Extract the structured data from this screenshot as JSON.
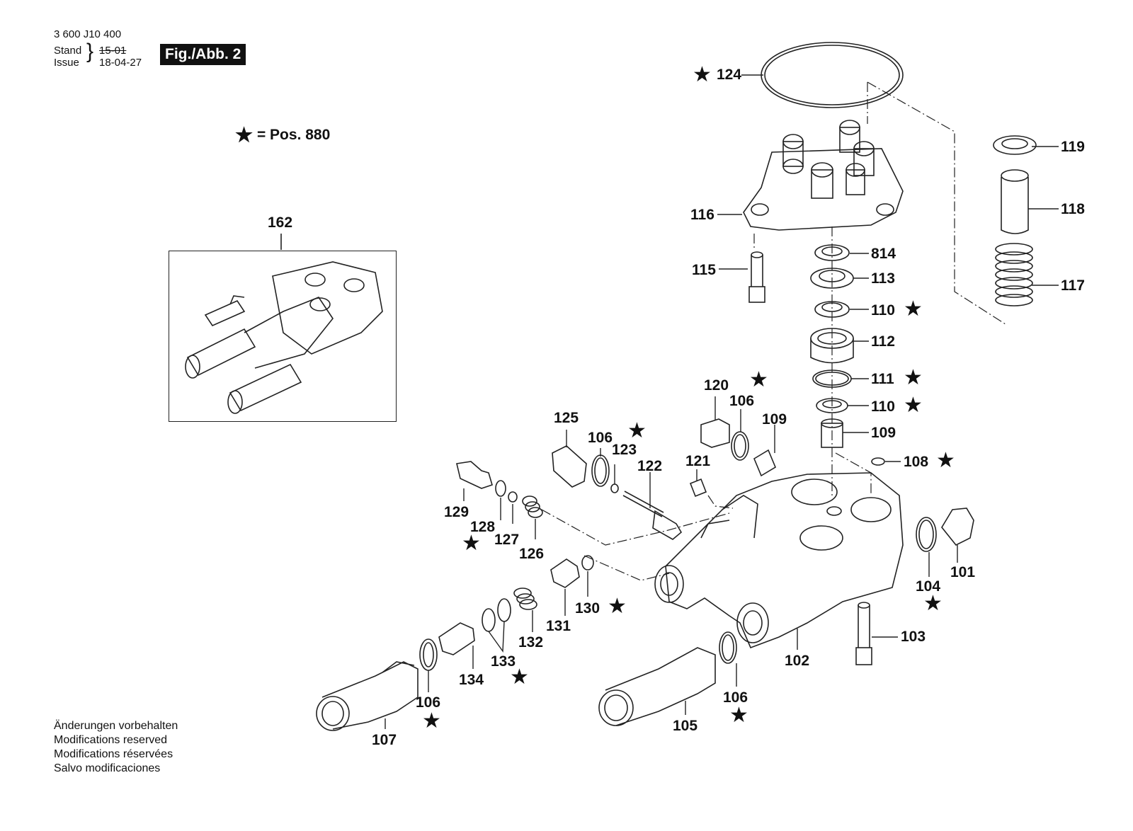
{
  "header": {
    "doc_number": "3 600 J10 400",
    "stand_label": "Stand",
    "issue_label": "Issue",
    "old_date": "15-01",
    "issue_date": "18-04-27",
    "figure_label": "Fig./Abb. 2"
  },
  "legend": {
    "star": "★",
    "text": "= Pos. 880"
  },
  "inset_label": "162",
  "callouts": {
    "p124": "124",
    "p119": "119",
    "p118": "118",
    "p116": "116",
    "p117": "117",
    "p115": "115",
    "p814": "814",
    "p113": "113",
    "p110a": "110",
    "p112": "112",
    "p111": "111",
    "p110b": "110",
    "p109a": "109",
    "p109b": "109",
    "p108": "108",
    "p120": "120",
    "p106a": "106",
    "p125": "125",
    "p106b": "106",
    "p123": "123",
    "p122": "122",
    "p121": "121",
    "p129": "129",
    "p128": "128",
    "p127": "127",
    "p126": "126",
    "p130": "130",
    "p131": "131",
    "p132": "132",
    "p133": "133",
    "p134": "134",
    "p106c": "106",
    "p107": "107",
    "p105": "105",
    "p106d": "106",
    "p102": "102",
    "p103": "103",
    "p104": "104",
    "p101": "101"
  },
  "star_glyph": "★",
  "footer": [
    "Änderungen vorbehalten",
    "Modifications reserved",
    "Modifications réservées",
    "Salvo modificaciones"
  ]
}
